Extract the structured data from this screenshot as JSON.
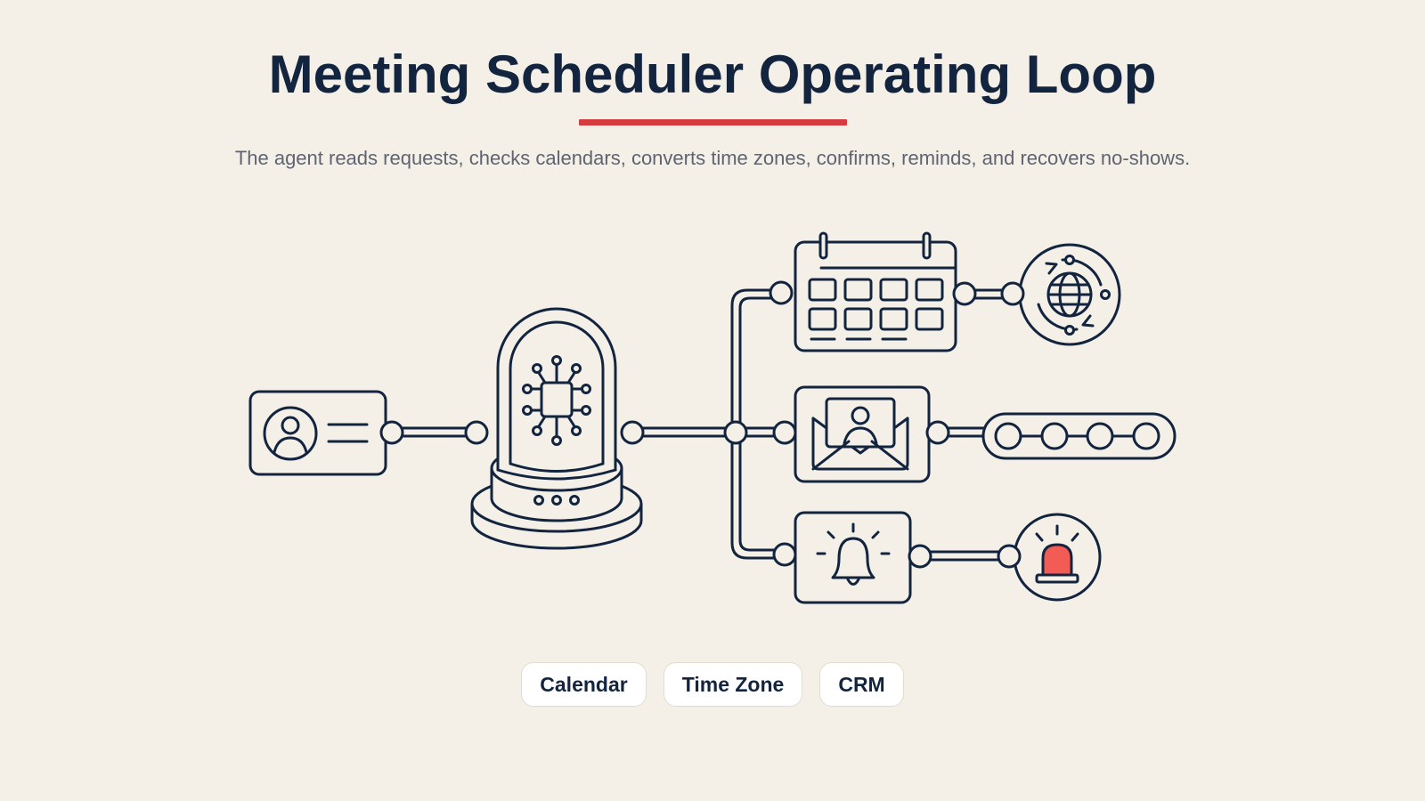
{
  "header": {
    "title": "Meeting Scheduler Operating Loop",
    "subtitle": "The agent reads requests, checks calendars, converts time zones, confirms, reminds, and recovers no-shows."
  },
  "tags": [
    {
      "label": "Calendar"
    },
    {
      "label": "Time Zone"
    },
    {
      "label": "CRM"
    }
  ],
  "colors": {
    "background": "#f4f0e8",
    "ink": "#13243f",
    "accent": "#d63b40",
    "alarm": "#f25c54"
  },
  "icons": [
    "contact-card-icon",
    "ai-agent-chip-dome-icon",
    "calendar-icon",
    "global-sync-icon",
    "email-invite-icon",
    "attendee-pipeline-icon",
    "reminder-bell-icon",
    "alarm-siren-icon"
  ]
}
